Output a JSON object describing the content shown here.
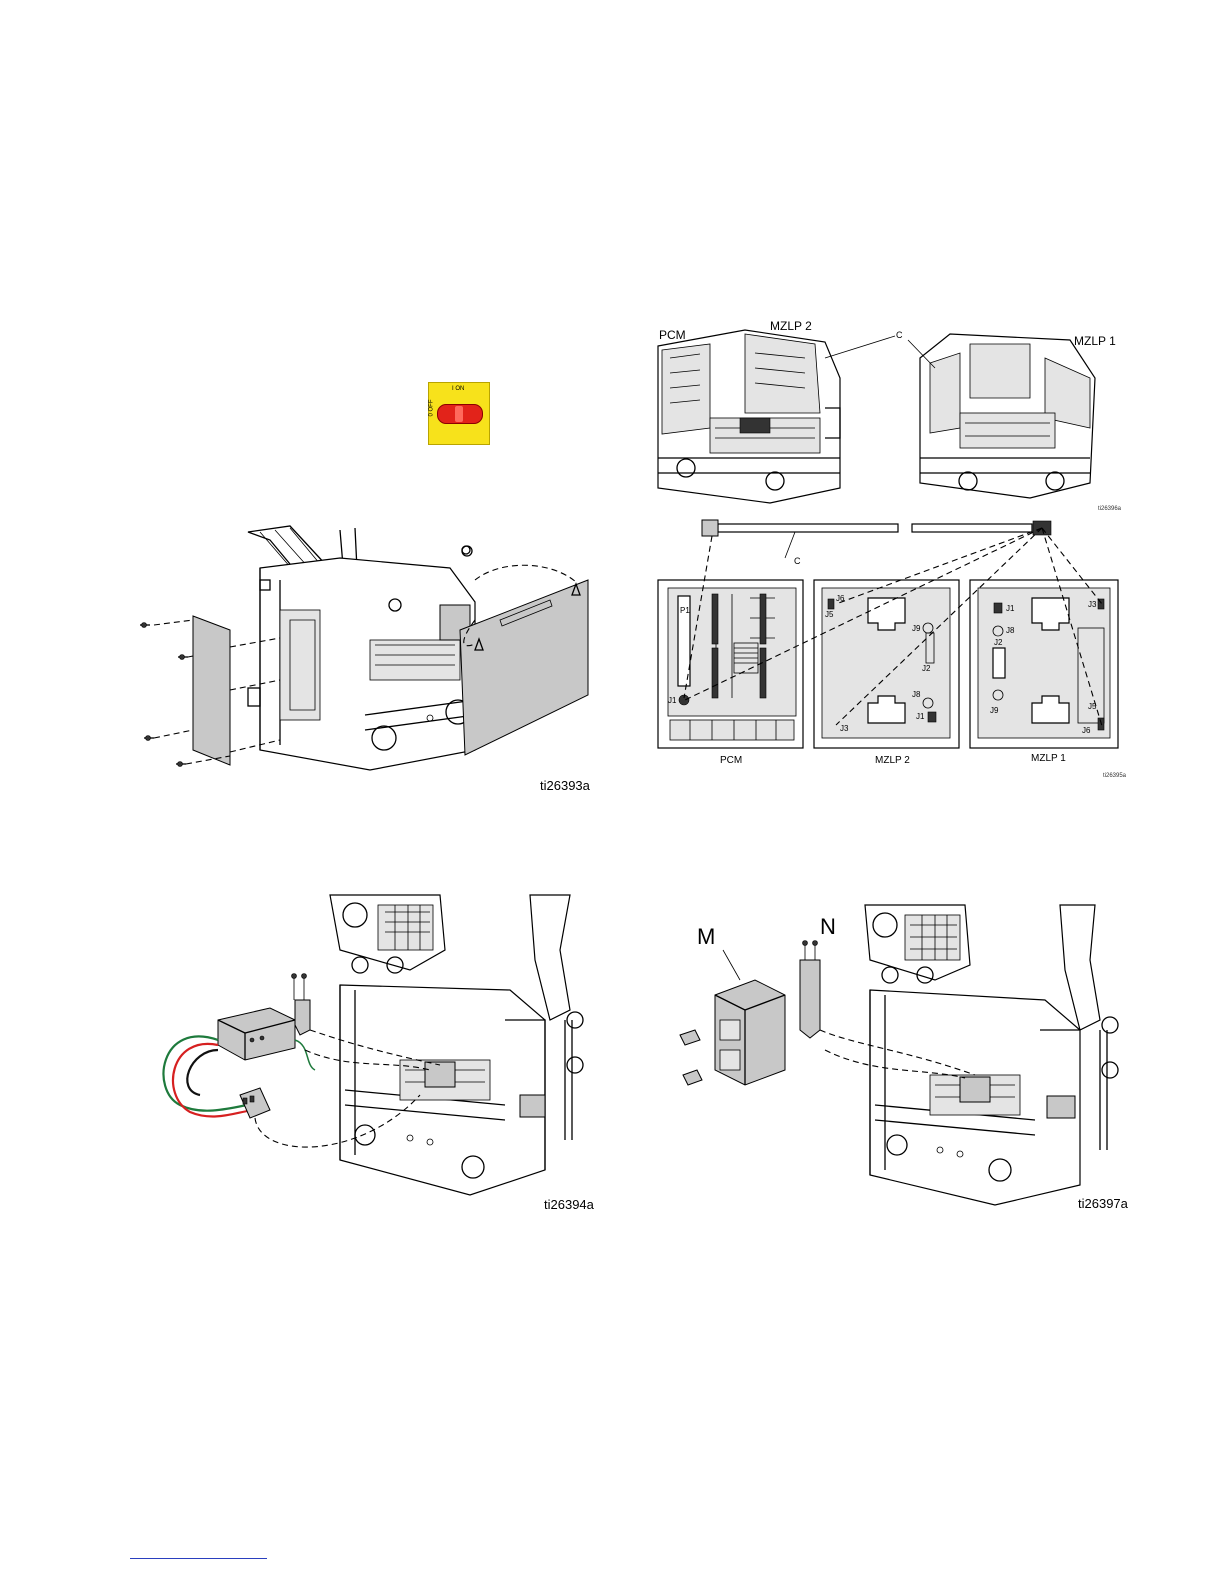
{
  "switch_graphic": {
    "on_label": "I ON",
    "off_label": "0 OFF",
    "colors": {
      "body": "#f7e21b",
      "knob": "#e2231a"
    }
  },
  "figure_remove_covers": {
    "ref": "ti26393a"
  },
  "figure_cable_routing": {
    "labels": {
      "pcm": "PCM",
      "mzlp2": "MZLP 2",
      "mzlp1": "MZLP 1",
      "cable": "C"
    },
    "top_ref": "ti26396a",
    "bottom_ref": "ti26395a",
    "connectors": {
      "p1": "P1",
      "j1": "J1",
      "j6": "J6",
      "j5": "J5",
      "j9": "J9",
      "j2": "J2",
      "j8": "J8",
      "j3": "J3"
    },
    "board_labels": [
      "PCM",
      "MZLP 2",
      "MZLP 1"
    ]
  },
  "figure_power_supply": {
    "ref": "ti26394a"
  },
  "figure_mount_supply": {
    "ref": "ti26397a",
    "label_m": "M",
    "label_n": "N"
  }
}
